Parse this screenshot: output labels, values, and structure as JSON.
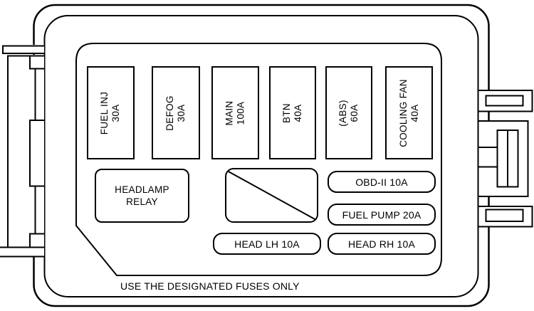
{
  "panel": {
    "vertical_fuses": [
      {
        "name": "FUEL INJ",
        "amp": "30A"
      },
      {
        "name": "DEFOG",
        "amp": "30A"
      },
      {
        "name": "MAIN",
        "amp": "100A"
      },
      {
        "name": "BTN",
        "amp": "40A"
      },
      {
        "name": "(ABS)",
        "amp": "60A"
      },
      {
        "name": "COOLING FAN",
        "amp": "40A"
      }
    ],
    "headlamp_relay": {
      "line1": "HEADLAMP",
      "line2": "RELAY"
    },
    "pill_fuses": [
      {
        "label": "OBD-II 10A"
      },
      {
        "label": "FUEL PUMP 20A"
      },
      {
        "label": "HEAD LH 10A"
      },
      {
        "label": "HEAD RH 10A"
      }
    ],
    "spare_slot": "empty (diagonal strike)",
    "caption": "USE THE DESIGNATED FUSES ONLY",
    "colors": {
      "line": "#000000",
      "background": "#ffffff"
    }
  }
}
